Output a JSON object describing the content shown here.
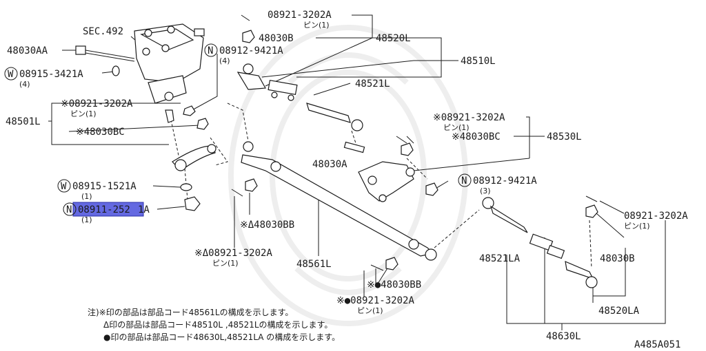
{
  "figure_code": "A485A051",
  "colors": {
    "highlight": "#3d43d9",
    "line": "#1a1a1a"
  },
  "labels": {
    "sec492": "SEC.492",
    "p48030AA": "48030AA",
    "p08915_3421A": "08915-3421A",
    "q4a": "(4)",
    "p08912_9421A_top": "08912-9421A",
    "q4b": "(4)",
    "p08921_3202A_top": "08921-3202A",
    "pin1_top": "ピン(1)",
    "p48030B_top": "48030B",
    "p48520L": "48520L",
    "p48510L": "48510L",
    "p48521L": "48521L",
    "p08921_3202A_left": "※08921-3202A",
    "pin1_left": "ピン(1)",
    "p48501L": "48501L",
    "p48030BC_left": "※48030BC",
    "p08921_3202A_right": "※08921-3202A",
    "pin1_right": "ピン(1)",
    "p48030BC_right": "※48030BC",
    "p48530L": "48530L",
    "p48030A": "48030A",
    "p08912_9421A_right": "08912-9421A",
    "q3": "(3)",
    "p08915_1521A": "08915-1521A",
    "q1a": "(1)",
    "p08911_2521A_a": "08911-252",
    "p08911_2521A_b": "1A",
    "q1b": "(1)",
    "p48030BB_tri": "※Δ48030BB",
    "p08921_3202A_tri": "※Δ08921-3202A",
    "pin1_tri": "ピン(1)",
    "p48561L": "48561L",
    "p48521LA": "48521LA",
    "p08921_3202A_far": "08921-3202A",
    "pin1_far": "ピン(1)",
    "p48030B_right": "48030B",
    "p48030BB_dot": "※●48030BB",
    "p08921_3202A_dot": "※●08921-3202A",
    "pin1_dot": "ピン(1)",
    "p48520LA": "48520LA",
    "p48630L": "48630L"
  },
  "badges": {
    "W": "W",
    "N": "N"
  },
  "notes": [
    "注)※印の部品は部品コード48561Lの構成を示します。",
    "Δ印の部品は部品コード48510L ,48521Lの構成を示します。",
    "●印の部品は部品コード48630L,48521LA の構成を示します。"
  ]
}
